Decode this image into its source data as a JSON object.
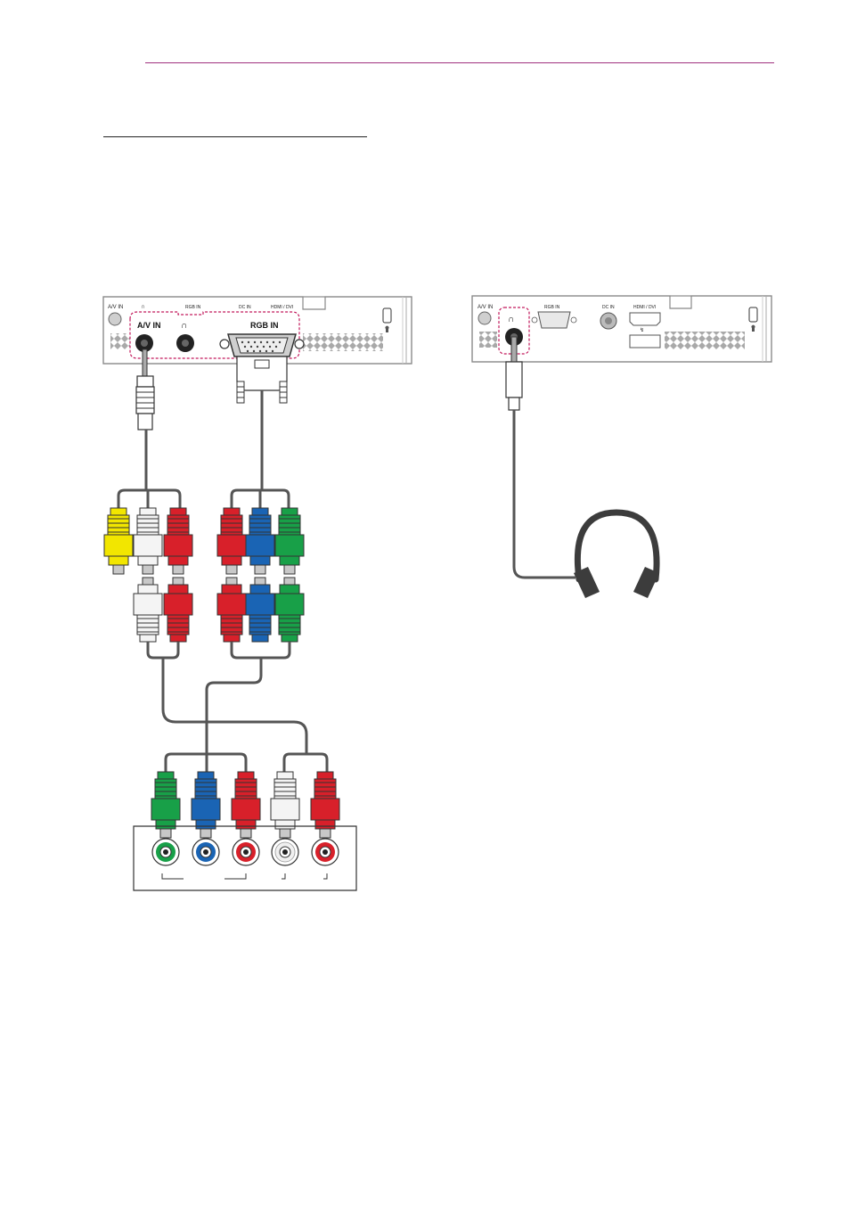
{
  "colors": {
    "header_rule": "#a0317f",
    "highlight_dash": "#c2185b",
    "cable": "#555555",
    "rca_yellow": "#f2e600",
    "rca_white": "#f4f4f4",
    "rca_red": "#d8202a",
    "rca_green": "#18a048",
    "rca_blue": "#1a64b4",
    "headphone": "#3c3c3c"
  },
  "left_diagram": {
    "panel_labels": {
      "av_in": "A/V IN",
      "headphone": "∩",
      "rgb_in": "RGB IN",
      "dc_in": "DC IN",
      "hdmi_dvi": "HDMI / DVI"
    },
    "highlight_labels": {
      "av_in": "A/V IN",
      "rgb_in": "RGB IN"
    }
  },
  "right_diagram": {
    "panel_labels": {
      "av_in": "A/V IN",
      "rgb_in": "RGB IN",
      "dc_in": "DC IN",
      "hdmi_dvi": "HDMI / DVI"
    }
  }
}
